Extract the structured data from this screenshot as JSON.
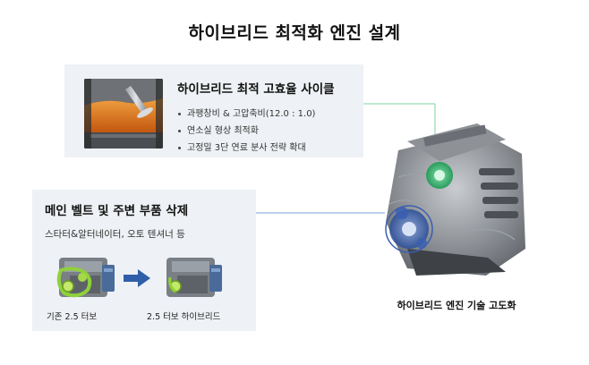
{
  "title": "하이브리드 최적화 엔진 설계",
  "top_panel": {
    "heading": "하이브리드 최적 고효율 사이클",
    "bullets": [
      "과팽창비 & 고압축비(12.0 : 1.0)",
      "연소실 형상 최적화",
      "고정밀 3단 연료 분사 전략 확대"
    ]
  },
  "bottom_panel": {
    "heading": "메인 벨트 및 주변 부품 삭제",
    "subtitle": "스타터&알터네이터, 오토 텐셔너 등",
    "left_caption": "기존 2.5 터보",
    "right_caption": "2.5 터보 하이브리드"
  },
  "engine_caption": "하이브리드 엔진 기술 고도화",
  "colors": {
    "panel_bg": "#eef1f5",
    "highlight_green": "#2fbf71",
    "highlight_blue": "#3a5fb0",
    "arrow_blue": "#2f5fa8",
    "piston_orange": "#e07a1e"
  },
  "icons": [
    "combustion-chamber-illustration",
    "engine-illustration",
    "arrow-right-icon"
  ]
}
